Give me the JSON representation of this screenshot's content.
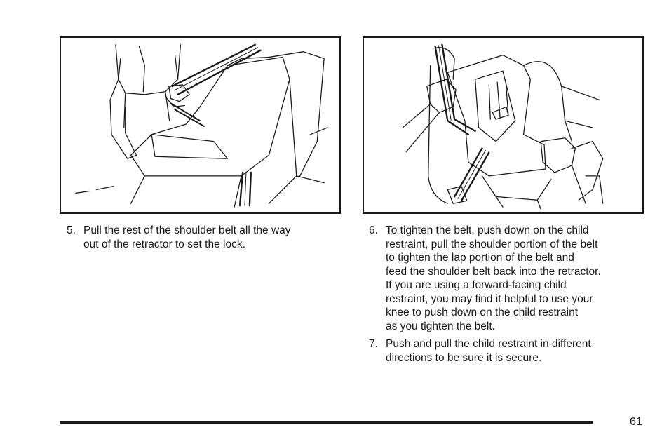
{
  "steps": [
    {
      "number": "5.",
      "text": "Pull the rest of the shoulder belt all the way\nout of the retractor to set the lock."
    },
    {
      "number": "6.",
      "text": "To tighten the belt, push down on the child\nrestraint, pull the shoulder portion of the belt\nto tighten the lap portion of the belt and\nfeed the shoulder belt back into the retractor.\nIf you are using a forward-facing child\nrestraint, you may find it helpful to use your\nknee to push down on the child restraint\nas you tighten the belt."
    },
    {
      "number": "7.",
      "text": "Push and pull the child restraint in different\ndirections to be sure it is secure."
    }
  ],
  "page_number": "61"
}
